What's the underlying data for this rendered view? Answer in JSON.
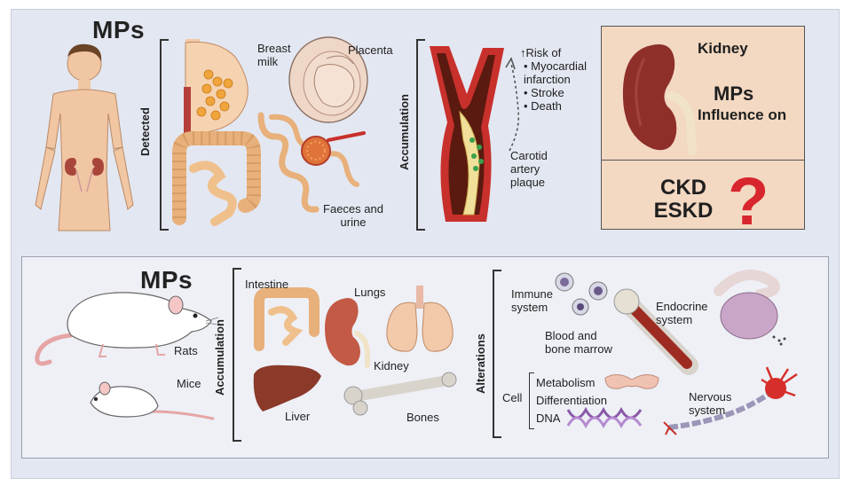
{
  "top": {
    "title": "MPs",
    "detected_label": "Detected",
    "breast_milk": "Breast milk",
    "placenta": "Placenta",
    "faeces_urine": "Faeces and urine",
    "accumulation_label": "Accumulation",
    "risk_head": "↑Risk of",
    "risks": [
      "Myocardial infarction",
      "Stroke",
      "Death"
    ],
    "plaque": "Carotid artery plaque",
    "kidney_box": {
      "kidney": "Kidney",
      "mps": "MPs",
      "influence": "Influence on",
      "ckd": "CKD",
      "eskd": "ESKD",
      "qmark": "?"
    }
  },
  "bottom": {
    "title": "MPs",
    "rats": "Rats",
    "mice": "Mice",
    "accumulation_label": "Accumulation",
    "intestine": "Intestine",
    "lungs": "Lungs",
    "kidney": "Kidney",
    "liver": "Liver",
    "bones": "Bones",
    "alterations_label": "Alterations",
    "immune": "Immune system",
    "blood": "Blood and bone marrow",
    "endocrine": "Endocrine system",
    "cell": "Cell",
    "cell_items": [
      "Metabolism",
      "Differentiation",
      "DNA"
    ],
    "nervous": "Nervous system"
  },
  "colors": {
    "background": "#e3e7f1",
    "skin": "#f1c6a3",
    "organ_red": "#9b3a33",
    "artery_red": "#c8302b",
    "kidney_box": "#f3d8c2",
    "question": "#d7262d"
  },
  "icons": [
    "human-figure-icon",
    "breast-icon",
    "placenta-icon",
    "intestine-icon",
    "urinary-tract-icon",
    "artery-plaque-icon",
    "kidney-icon",
    "rat-icon",
    "mouse-icon",
    "lungs-icon",
    "liver-icon",
    "bone-icon",
    "immune-cells-icon",
    "bone-marrow-icon",
    "endocrine-gland-icon",
    "thyroid-icon",
    "dna-icon",
    "neuron-icon"
  ]
}
